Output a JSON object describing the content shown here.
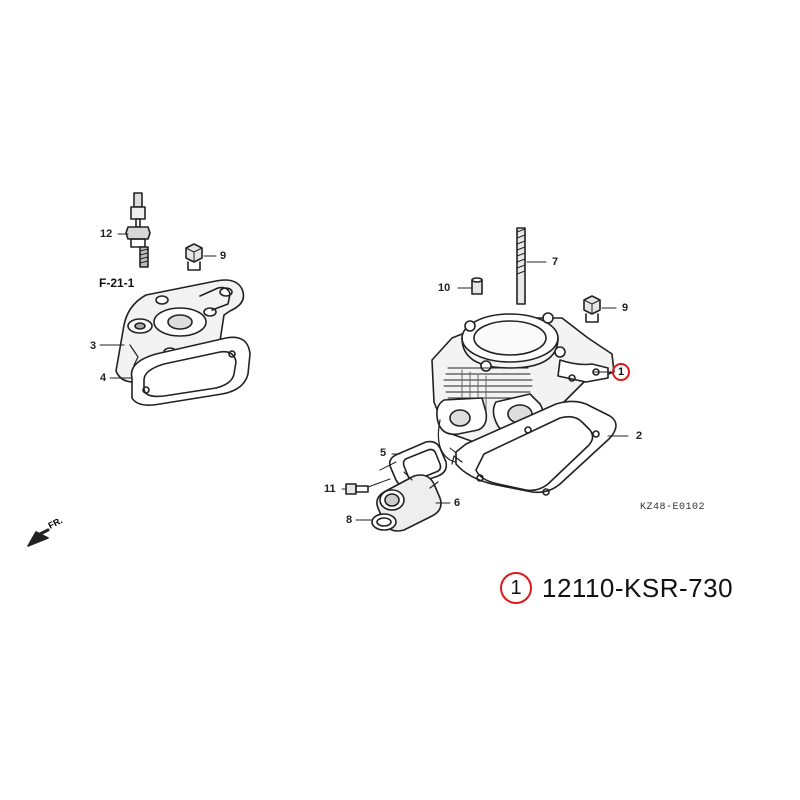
{
  "diagram": {
    "reference": "F-21-1",
    "drawing_code": "KZ48-E0102",
    "direction_label": "FR.",
    "callouts": {
      "c12": "12",
      "c9a": "9",
      "c3": "3",
      "c4": "4",
      "c10": "10",
      "c7": "7",
      "c9b": "9",
      "c1": "1",
      "c2": "2",
      "c5": "5",
      "c11": "11",
      "c6": "6",
      "c8": "8"
    }
  },
  "highlight": {
    "index": "1",
    "part_number": "12110-KSR-730",
    "color": "#e01818"
  }
}
